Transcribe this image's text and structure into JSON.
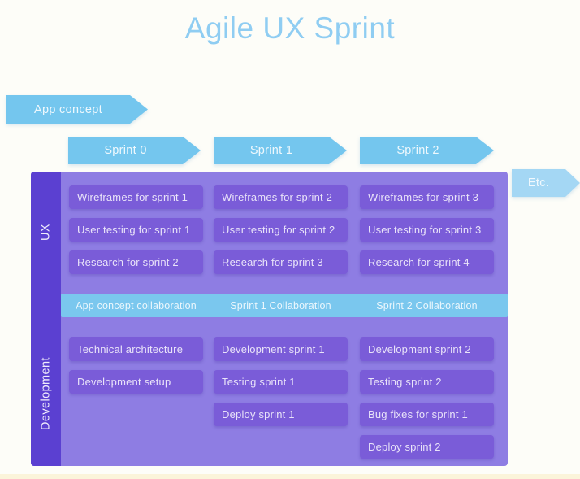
{
  "title": "Agile UX Sprint",
  "palette": {
    "background": "#fdfdf8",
    "title_blue": "#8fcdf2",
    "arrow_blue": "#74c6ee",
    "etc_arrow_blue": "#a4d7f4",
    "board_purple": "#8e7de3",
    "card_purple": "#7a5cd8",
    "sidebar_purple": "#5b40d1",
    "collaboration_blue": "#7ac7ee",
    "bottom_strip_cream": "#fbf4da"
  },
  "timeline": {
    "app_concept": "App concept",
    "sprints": [
      "Sprint 0",
      "Sprint 1",
      "Sprint 2"
    ],
    "etc": "Etc."
  },
  "sections": {
    "ux": {
      "label": "UX",
      "columns": [
        {
          "cards": [
            "Wireframes for sprint 1",
            "User testing for sprint 1",
            "Research for sprint 2"
          ]
        },
        {
          "cards": [
            "Wireframes for sprint 2",
            "User testing for sprint 2",
            "Research for sprint 3"
          ]
        },
        {
          "cards": [
            "Wireframes for sprint 3",
            "User testing for sprint 3",
            "Research for sprint 4"
          ]
        }
      ]
    },
    "collaboration": {
      "items": [
        "App concept collaboration",
        "Sprint 1 Collaboration",
        "Sprint 2 Collaboration"
      ]
    },
    "development": {
      "label": "Development",
      "columns": [
        {
          "cards": [
            "Technical architecture",
            "Development setup"
          ]
        },
        {
          "cards": [
            "Development sprint 1",
            "Testing sprint 1",
            "Deploy sprint 1"
          ]
        },
        {
          "cards": [
            "Development sprint 2",
            "Testing sprint 2",
            "Bug fixes for sprint 1",
            "Deploy sprint 2"
          ]
        }
      ]
    }
  }
}
